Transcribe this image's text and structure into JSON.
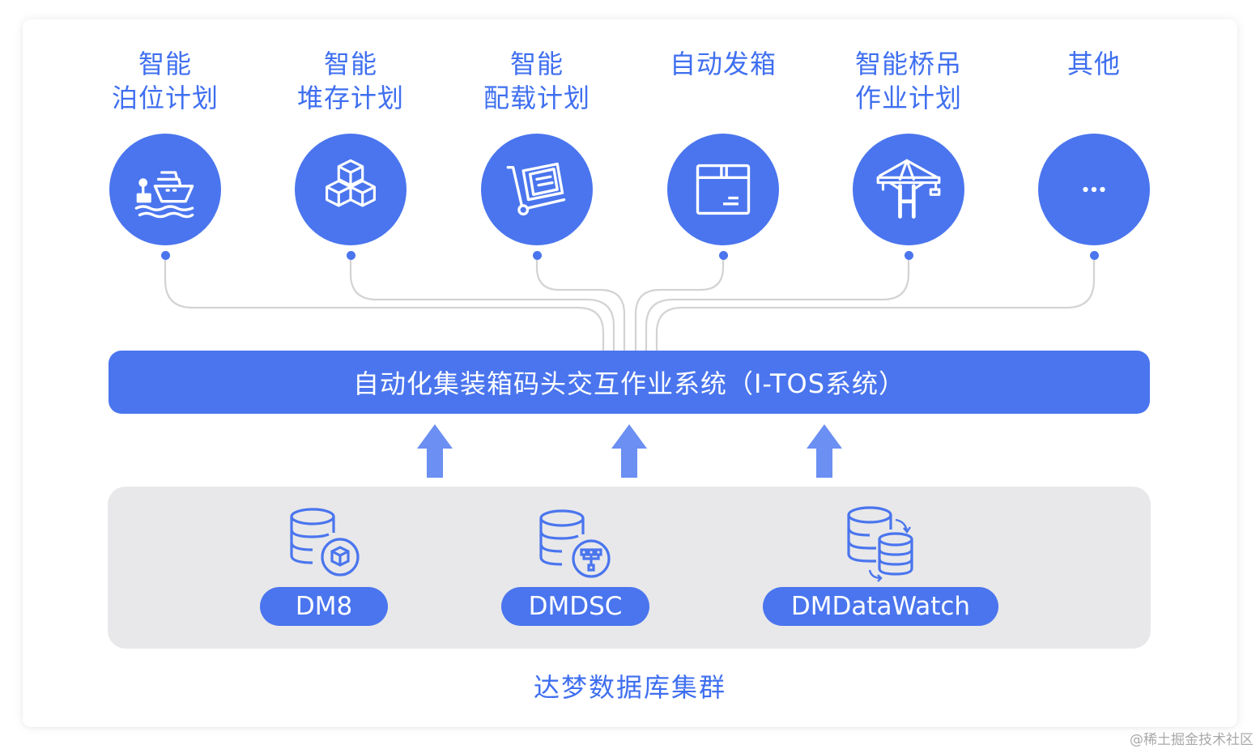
{
  "applications": [
    {
      "line1": "智能",
      "line2": "泊位计划",
      "icon": "ship-icon"
    },
    {
      "line1": "智能",
      "line2": "堆存计划",
      "icon": "stacked-boxes-icon"
    },
    {
      "line1": "智能",
      "line2": "配载计划",
      "icon": "cargo-cart-icon"
    },
    {
      "line1": "自动发箱",
      "line2": "",
      "icon": "container-box-icon"
    },
    {
      "line1": "智能桥吊",
      "line2": "作业计划",
      "icon": "quay-crane-icon"
    },
    {
      "line1": "其他",
      "line2": "",
      "icon": "ellipsis-icon"
    }
  ],
  "system": {
    "label": "自动化集装箱码头交互作业系统（I-TOS系统）"
  },
  "products": [
    {
      "name": "DM8",
      "icon": "database-cube-icon"
    },
    {
      "name": "DMDSC",
      "icon": "database-cluster-icon"
    },
    {
      "name": "DMDataWatch",
      "icon": "database-sync-icon"
    }
  ],
  "cluster": {
    "label": "达梦数据库集群"
  },
  "watermark": "@稀土掘金技术社区",
  "colors": {
    "accent": "#4a75ee",
    "text_blue": "#3f6ff0",
    "arrow": "#6b8ff2",
    "panel": "#e8e8ea",
    "connector": "#d0d0d0"
  }
}
